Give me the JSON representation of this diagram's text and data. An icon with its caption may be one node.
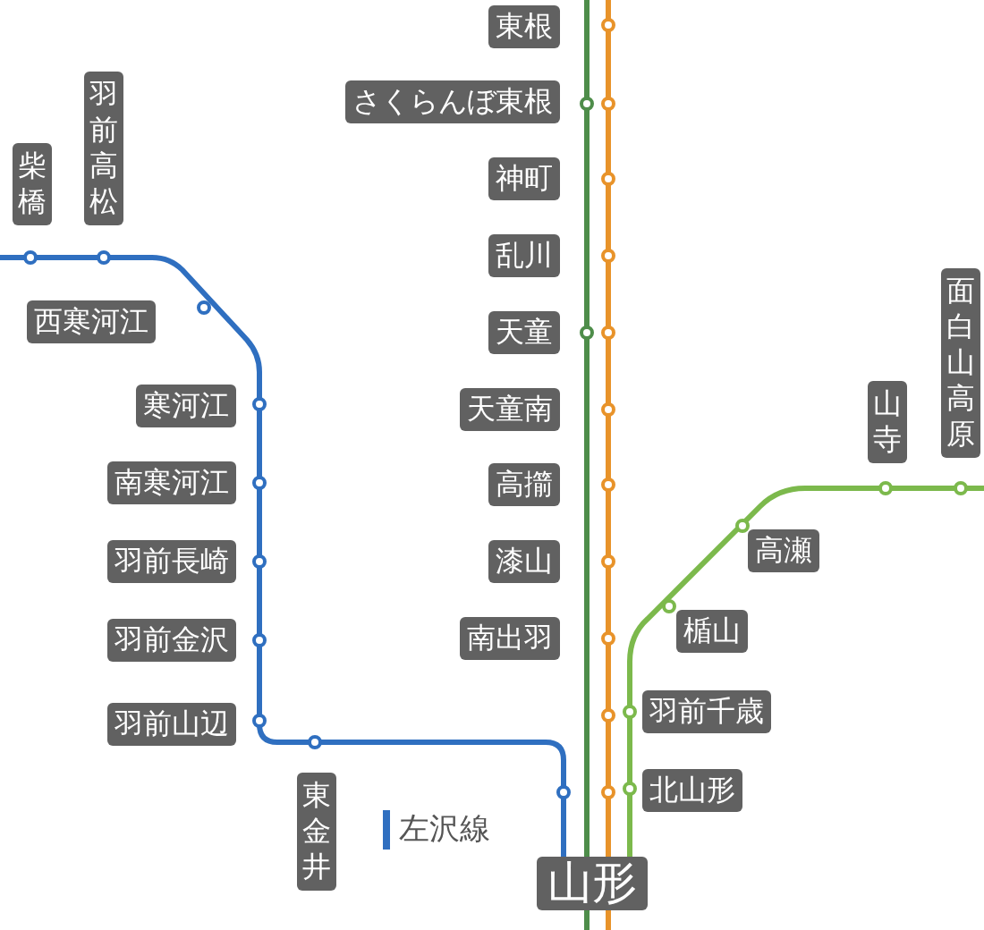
{
  "diagram": {
    "nodes": [
      {
        "text": [
          "東根"
        ]
      },
      {
        "text": [
          "さくらんぼ東根"
        ]
      },
      {
        "text": [
          "神町"
        ]
      },
      {
        "text": [
          "乱川"
        ]
      },
      {
        "text": [
          "天童"
        ]
      },
      {
        "text": [
          "天童南"
        ]
      },
      {
        "text": [
          "高擶"
        ]
      },
      {
        "text": [
          "漆山"
        ]
      },
      {
        "text": [
          "南出羽"
        ]
      },
      {
        "text": [
          "山形"
        ]
      },
      {
        "text": [
          "柴橋"
        ]
      },
      {
        "text": [
          "羽前高松"
        ]
      },
      {
        "text": [
          "西寒河江"
        ]
      },
      {
        "text": [
          "寒河江"
        ]
      },
      {
        "text": [
          "南寒河江"
        ]
      },
      {
        "text": [
          "羽前長崎"
        ]
      },
      {
        "text": [
          "羽前金沢"
        ]
      },
      {
        "text": [
          "羽前山辺"
        ]
      },
      {
        "text": [
          "東金井"
        ]
      },
      {
        "text": [
          "山寺"
        ]
      },
      {
        "text": [
          "面白山高原"
        ]
      },
      {
        "text": [
          "高瀬"
        ]
      },
      {
        "text": [
          "楯山"
        ]
      },
      {
        "text": [
          "羽前千歳"
        ]
      },
      {
        "text": [
          "北山形"
        ]
      }
    ],
    "legend": [
      {
        "text": "左沢線",
        "color": "#2f6fc0"
      }
    ]
  }
}
